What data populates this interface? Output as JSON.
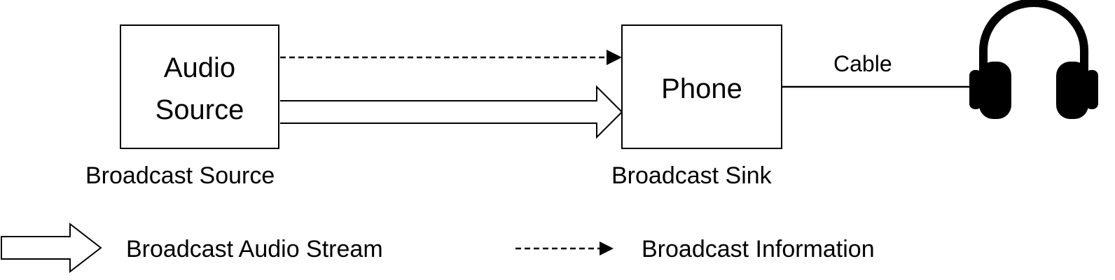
{
  "nodes": {
    "audio_source": {
      "line1": "Audio",
      "line2": "Source",
      "caption": "Broadcast Source"
    },
    "phone": {
      "label": "Phone",
      "caption": "Broadcast Sink"
    },
    "headphones": {
      "icon": "headphones-icon"
    }
  },
  "connections": {
    "cable_label": "Cable"
  },
  "legend": {
    "stream_label": "Broadcast Audio Stream",
    "info_label": "Broadcast Information"
  },
  "colors": {
    "stroke": "#000000",
    "fill": "#ffffff"
  }
}
